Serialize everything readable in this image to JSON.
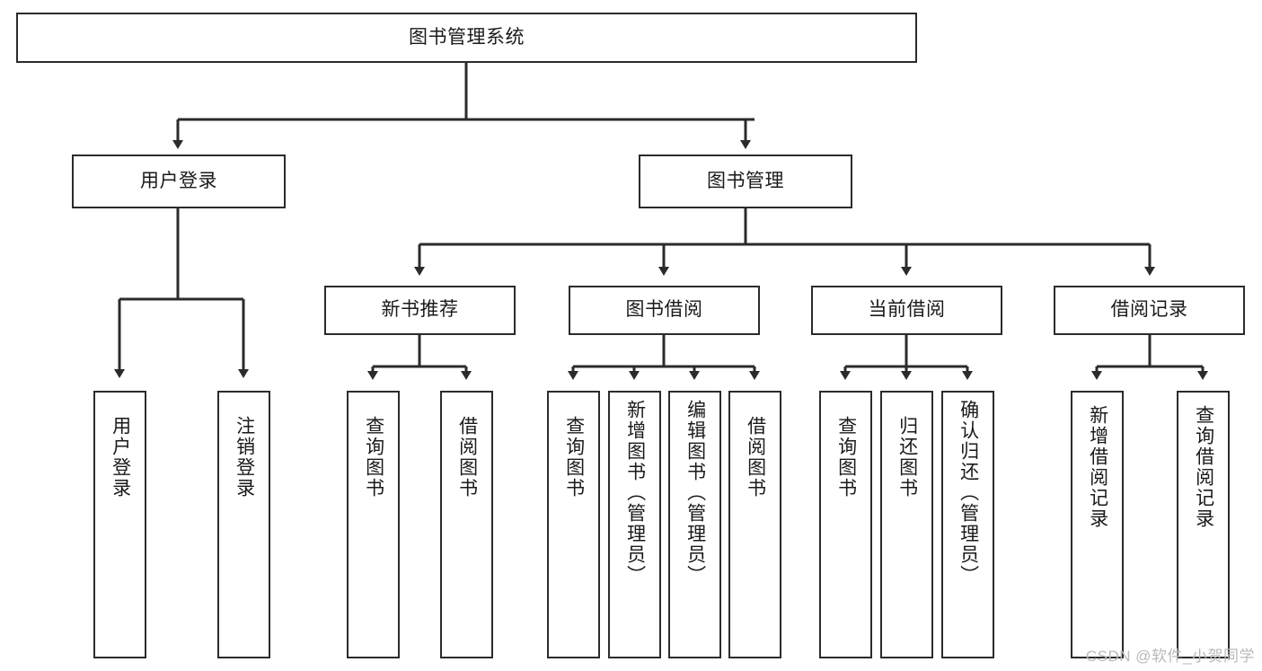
{
  "diagram": {
    "title": "图书管理系统",
    "watermark": "CSDN @软件_小贺同学",
    "colors": {
      "border": "#2b2b2b",
      "background": "#ffffff",
      "text": "#1a1a1a",
      "watermark": "#b9b9b9"
    },
    "nodes": {
      "root": {
        "label": "图书管理系统",
        "level": 1
      },
      "user_login": {
        "label": "用户登录",
        "level": 2
      },
      "book_manage": {
        "label": "图书管理",
        "level": 2
      },
      "new_book_rec": {
        "label": "新书推荐",
        "level": 3
      },
      "book_borrow": {
        "label": "图书借阅",
        "level": 3
      },
      "current_borrow": {
        "label": "当前借阅",
        "level": 3
      },
      "borrow_record": {
        "label": "借阅记录",
        "level": 3
      },
      "leaf_user_login": {
        "label": "用户登录",
        "level": 4
      },
      "leaf_logout_login": {
        "label": "注销登录",
        "level": 4
      },
      "leaf_query_book_1": {
        "label": "查询图书",
        "level": 4
      },
      "leaf_borrow_book_1": {
        "label": "借阅图书",
        "level": 4
      },
      "leaf_query_book_2": {
        "label": "查询图书",
        "level": 4
      },
      "leaf_add_book": {
        "label": "新增图书（管理员）",
        "level": 4
      },
      "leaf_edit_book": {
        "label": "编辑图书（管理员）",
        "level": 4
      },
      "leaf_borrow_book_2": {
        "label": "借阅图书",
        "level": 4
      },
      "leaf_query_book_3": {
        "label": "查询图书",
        "level": 4
      },
      "leaf_return_book": {
        "label": "归还图书",
        "level": 4
      },
      "leaf_confirm_return": {
        "label": "确认归还（管理员）",
        "level": 4
      },
      "leaf_add_record": {
        "label": "新增借阅记录",
        "level": 4
      },
      "leaf_query_record": {
        "label": "查询借阅记录",
        "level": 4
      }
    }
  }
}
